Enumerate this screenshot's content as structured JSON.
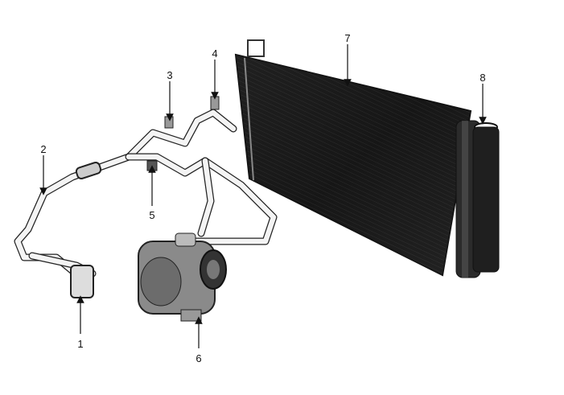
{
  "diagram": {
    "callouts": [
      "1",
      "2",
      "3",
      "4",
      "5",
      "6",
      "7",
      "8"
    ],
    "colors": {
      "condenser": "#1c1c1c",
      "hose": "#f4f4f4",
      "outline": "#222222",
      "compressor": "#8a8a8a"
    }
  }
}
